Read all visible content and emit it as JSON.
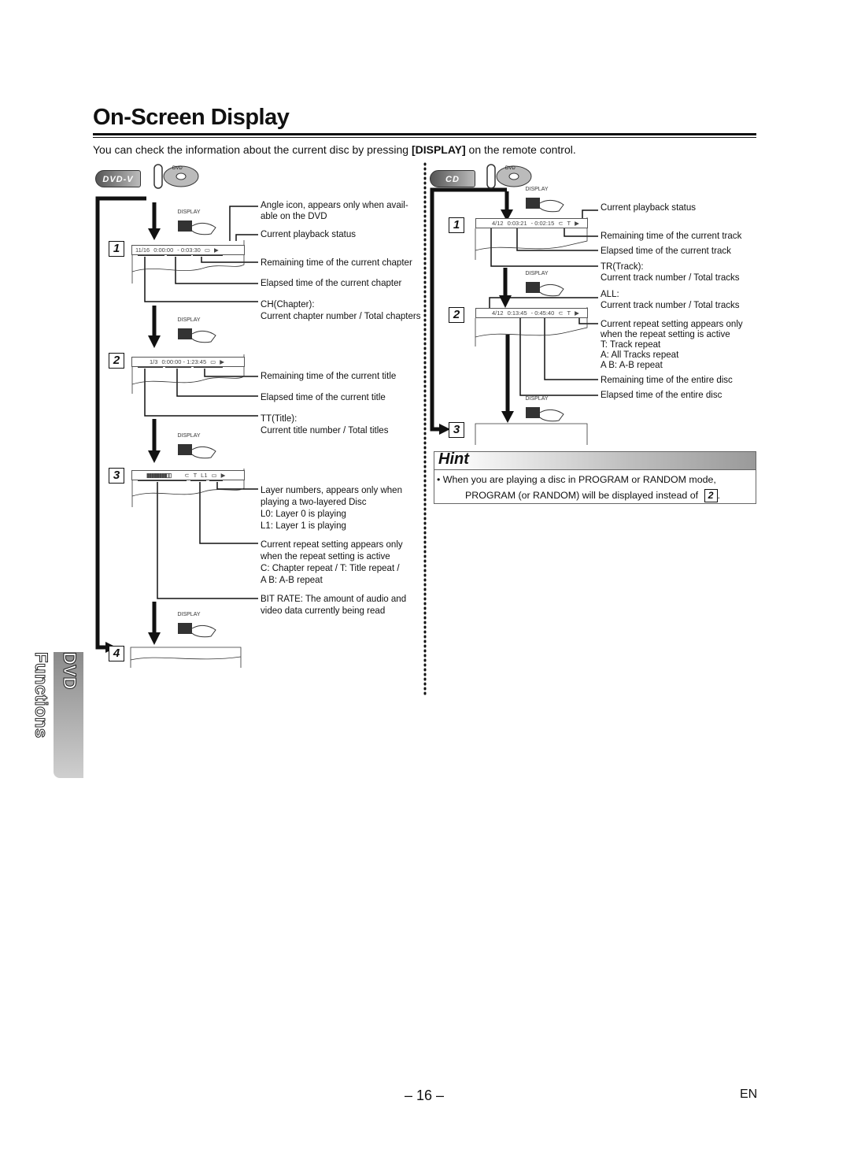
{
  "title": "On-Screen Display",
  "intro": {
    "before": "You can check the information about the current disc by pressing ",
    "button": "[DISPLAY]",
    "after": " on the remote control."
  },
  "side_tab": "DVD Functions",
  "dvd": {
    "badge": "DVD-V",
    "remote_label": "DISPLAY",
    "steps": [
      "1",
      "2",
      "3",
      "4"
    ],
    "osd1": [
      "11/16",
      "0:00:00",
      "- 0:03:30"
    ],
    "osd2": [
      "1/3",
      "0:00:00 - 1:23:45"
    ],
    "osd3": [
      "T",
      "L1"
    ],
    "labels": {
      "angle_1": "Angle icon, appears only when avail-",
      "angle_2": "able on the DVD",
      "status": "Current playback status",
      "remain_ch": "Remaining time of the current chapter",
      "elapsed_ch": "Elapsed time of the current chapter",
      "ch_1": "CH(Chapter):",
      "ch_2": "Current chapter number / Total chapters",
      "remain_tt": "Remaining time of the current title",
      "elapsed_tt": "Elapsed time of the current title",
      "tt_1": "TT(Title):",
      "tt_2": "Current title number / Total titles",
      "layer_1": "Layer numbers, appears only when",
      "layer_2": "playing a two-layered Disc",
      "layer_3": "L0: Layer 0 is playing",
      "layer_4": "L1: Layer 1 is playing",
      "repeat_1": "Current repeat setting appears only",
      "repeat_2": "when the repeat setting is active",
      "repeat_3": "C: Chapter repeat / T: Title repeat /",
      "repeat_4": "A B: A-B repeat",
      "bitrate_1": "BIT RATE: The amount of audio and",
      "bitrate_2": "video data currently being read"
    }
  },
  "cd": {
    "badge": "CD",
    "remote_label": "DISPLAY",
    "steps": [
      "1",
      "2",
      "3"
    ],
    "osd1": [
      "4/12",
      "0:03:21",
      "- 0:02:15",
      "T"
    ],
    "osd2": [
      "4/12",
      "0:13:45",
      "- 0:45:40",
      "T"
    ],
    "labels": {
      "status": "Current playback status",
      "remain_tr": "Remaining time of the current track",
      "elapsed_tr": "Elapsed time of the current track",
      "tr_1": "TR(Track):",
      "tr_2": "Current track number / Total tracks",
      "all_1": "ALL:",
      "all_2": "Current track number / Total tracks",
      "repeat_1": "Current repeat setting appears only",
      "repeat_2": "when the repeat setting is active",
      "repeat_3": "T: Track repeat",
      "repeat_4": "A: All Tracks repeat",
      "repeat_5": "A B: A-B repeat",
      "remain_disc": "Remaining time of the entire disc",
      "elapsed_disc": "Elapsed time of the entire disc"
    }
  },
  "hint": {
    "title": "Hint",
    "line1": "• When you are playing a disc in PROGRAM or RANDOM  mode,",
    "line2": "PROGRAM (or RANDOM) will be displayed instead of",
    "ref": "2"
  },
  "footer": {
    "page": "– 16 –",
    "lang": "EN"
  }
}
